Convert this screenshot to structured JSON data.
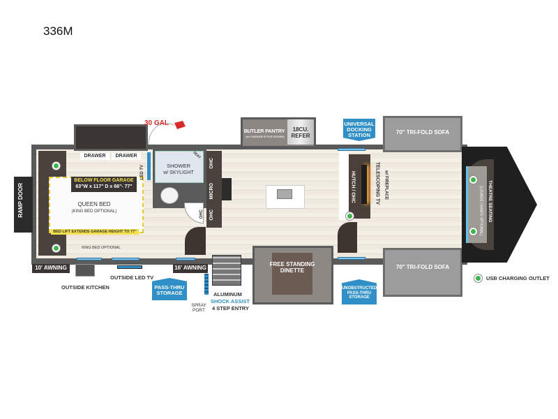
{
  "model": "336M",
  "fuel": {
    "capacity": "30 GAL"
  },
  "labels": {
    "ramp_door": "RAMP DOOR",
    "drawer_1": "DRAWER",
    "drawer_2": "DRAWER",
    "garage_title": "BELOW FLOOR GARAGE",
    "garage_dims": "63\"W x 117\" D x 66\"- 77\"",
    "queen_bed": "QUEEN BED",
    "king_bed_opt_paren": "(KING BED OPTIONAL)",
    "bed_lift": "BED LIFT EXTENDS GARAGE HEIGHT TO 77\"",
    "king_bed_optional": "KING BED OPTIONAL",
    "led_tv": "LED TV",
    "shower": "SHOWER",
    "skylight": "w/ SKYLIGHT",
    "seat": "SEAT",
    "ohc_1": "OHC",
    "micro": "MICRO",
    "ohc_2": "OHC",
    "ohc_3": "OHC",
    "butler_pantry": "BUTLER PANTRY",
    "butler_sub": "(w/ GARAGE STYLE DOORS)",
    "refer": "18CU. REFER",
    "universal_docking": "UNIVERSAL DOCKING STATION",
    "hutch": "HUTCH / OHC",
    "telescoping_tv": "TELESCOPING TV",
    "fireplace": "w/ FIREPLACE",
    "sofa_top": "70\" TRI-FOLD SOFA",
    "sofa_bottom": "70\" TRI-FOLD SOFA",
    "theatre_seating": "THEATRE SEATING",
    "lounge_chairs": "(LOUNGE CHAIRS OPTIONAL)",
    "dinette": "FREE STANDING DINETTE",
    "unobstructed": "UNOBSTRUCTED PASS-THRU STORAGE",
    "awning_10": "10' AWNING",
    "awning_16": "16' AWNING",
    "outside_kitchen": "OUTSIDE KITCHEN",
    "outside_led_tv": "OUTSIDE LED TV",
    "pass_thru": "PASS-THRU STORAGE",
    "spray_port": "SPRAY PORT",
    "aluminum": "ALUMINUM",
    "shock_assist": "SHOCK ASSIST",
    "step_entry": "4 STEP ENTRY"
  },
  "legend": {
    "usb": "USB CHARGING OUTLET",
    "usb_color": "#3cb64a"
  },
  "colors": {
    "callout_blue": "#2f8fc6",
    "highlight_yellow": "#f4e04d",
    "fuel_red": "#d62a2a"
  }
}
